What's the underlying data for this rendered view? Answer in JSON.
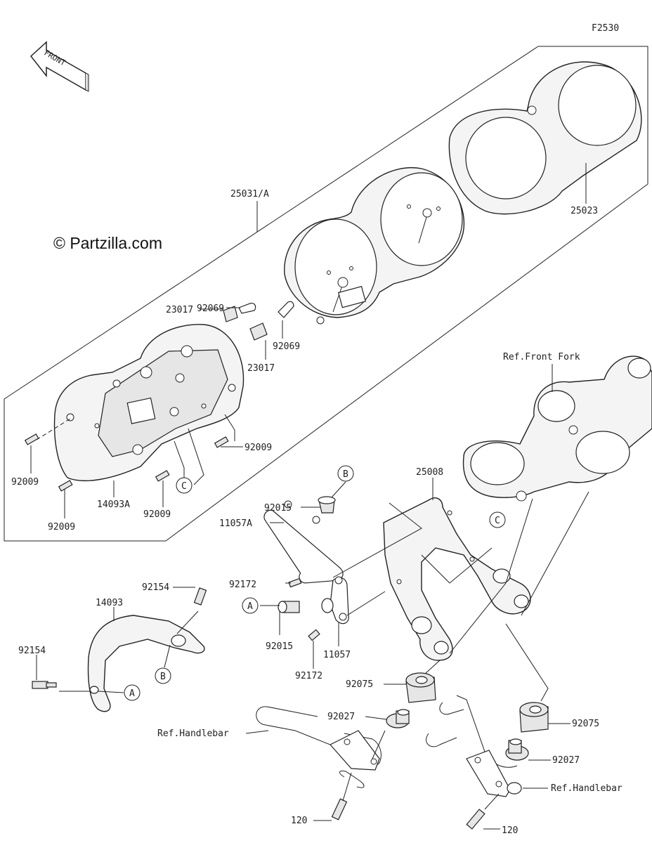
{
  "figure_code": "F2530",
  "watermark": "© Partzilla.com",
  "front_label": "FRONT",
  "parts": {
    "p25031A": "25031/A",
    "p25023": "25023",
    "p92069_top": "92069",
    "p92069_mid": "92069",
    "p23017_left": "23017",
    "p23017_right": "23017",
    "p92009_right": "92009",
    "p92009_left": "92009",
    "p92009_bottom": "92009",
    "p92009_center": "92009",
    "p14093A": "14093A",
    "p92015_top": "92015",
    "p11057A": "11057A",
    "p92172_top": "92172",
    "p25008": "25008",
    "p92154_top": "92154",
    "p14093": "14093",
    "p92154_left": "92154",
    "p92015_bottom": "92015",
    "p11057": "11057",
    "p92172_bottom": "92172",
    "p92075_left": "92075",
    "p92075_right": "92075",
    "p92027_left": "92027",
    "p92027_right": "92027",
    "p120_left": "120",
    "p120_right": "120"
  },
  "refs": {
    "front_fork": "Ref.Front Fork",
    "handlebar_left": "Ref.Handlebar",
    "handlebar_right": "Ref.Handlebar"
  },
  "callouts": {
    "a_left": "A",
    "a_center": "A",
    "b_top": "B",
    "b_bottom": "B",
    "c_left": "C",
    "c_right": "C"
  }
}
